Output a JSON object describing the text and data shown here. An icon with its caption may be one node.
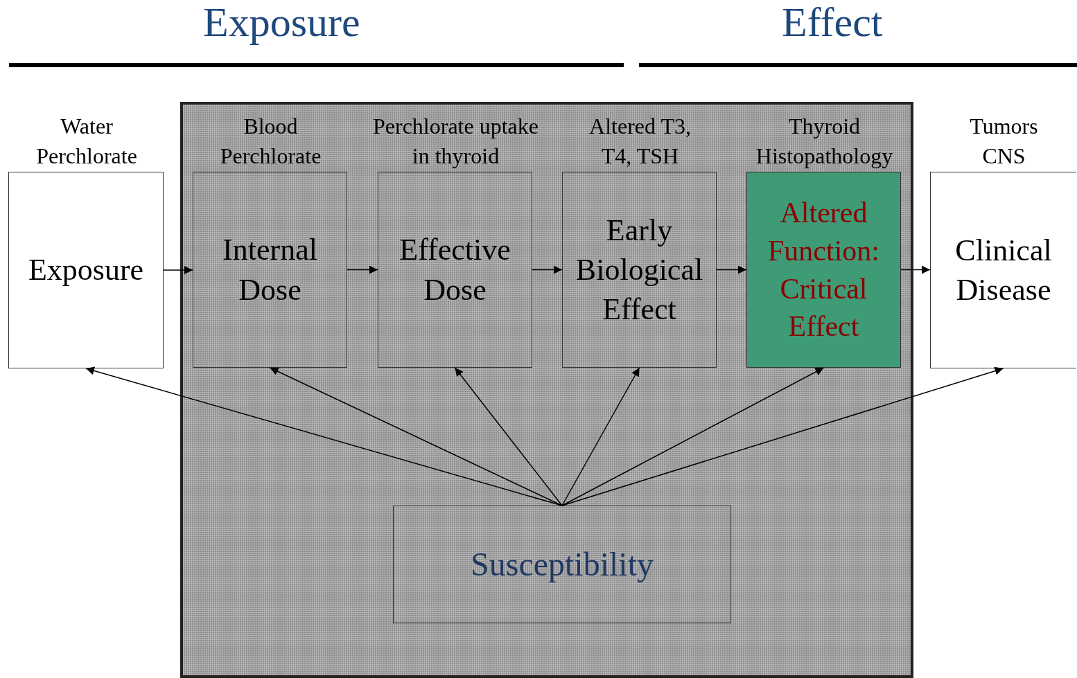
{
  "diagram": {
    "nodes": [
      {
        "text": [],
        "shape": "box"
      },
      {
        "text": [
          "Water Perchlorate",
          "Exposure"
        ]
      },
      {
        "text": [
          "Blood Perchlorate",
          "Internal Dose"
        ],
        "in": 0
      },
      {
        "text": [
          "Perchlorate uptake in thyroid",
          "Effective Dose"
        ],
        "in": 0
      },
      {
        "text": [
          "Altered T3, T4, TSH",
          "Early Biological Effect"
        ],
        "in": 0
      },
      {
        "text": [
          "Thyroid Histopathology",
          "Altered Function: Critical Effect"
        ],
        "in": 0
      },
      {
        "text": [
          "Tumors CNS",
          "Clinical Disease"
        ]
      },
      {
        "text": [
          "Susceptibility"
        ],
        "in": 0
      }
    ],
    "edges": [
      {
        "from": 1,
        "to": 2,
        "arrow": "to"
      },
      {
        "from": 2,
        "to": 3,
        "arrow": "to"
      },
      {
        "from": 3,
        "to": 4,
        "arrow": "to"
      },
      {
        "from": 4,
        "to": 5,
        "arrow": "to"
      },
      {
        "from": 5,
        "to": 6,
        "arrow": "to"
      },
      {
        "from": 7,
        "to": 1,
        "arrow": "to"
      },
      {
        "from": 7,
        "to": 2,
        "arrow": "to"
      },
      {
        "from": 7,
        "to": 3,
        "arrow": "to"
      },
      {
        "from": 7,
        "to": 4,
        "arrow": "to"
      },
      {
        "from": 7,
        "to": 5,
        "arrow": "to"
      },
      {
        "from": 7,
        "to": 6,
        "arrow": "to"
      }
    ],
    "labels": [
      "Exposure",
      "Effect"
    ]
  }
}
